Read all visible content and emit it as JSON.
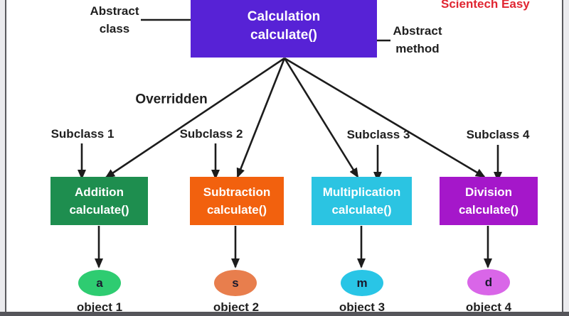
{
  "watermark": {
    "text": "Scientech Easy",
    "color": "#e02531"
  },
  "diagram": {
    "abstract_class_label": {
      "line1": "Abstract",
      "line2": "class"
    },
    "abstract_method_label": {
      "line1": "Abstract",
      "line2": "method"
    },
    "overridden_label": "Overridden",
    "parent": {
      "name": "Calculation",
      "method": "calculate()",
      "box_color": "#5722d6"
    },
    "subclasses": [
      {
        "label": "Subclass 1",
        "name": "Addition",
        "method": "calculate()",
        "box_color": "#1e8e4f",
        "object_letter": "a",
        "ellipse_color": "#2ecc71",
        "object_label": "object 1"
      },
      {
        "label": "Subclass 2",
        "name": "Subtraction",
        "method": "calculate()",
        "box_color": "#f2610e",
        "object_letter": "s",
        "ellipse_color": "#e87e4d",
        "object_label": "object 2"
      },
      {
        "label": "Subclass 3",
        "name": "Multiplication",
        "method": "calculate()",
        "box_color": "#2bc4e2",
        "object_letter": "m",
        "ellipse_color": "#29c5e6",
        "object_label": "object 3"
      },
      {
        "label": "Subclass 4",
        "name": "Division",
        "method": "calculate()",
        "box_color": "#a517ca",
        "object_letter": "d",
        "ellipse_color": "#d966e8",
        "object_label": "object 4"
      }
    ]
  }
}
